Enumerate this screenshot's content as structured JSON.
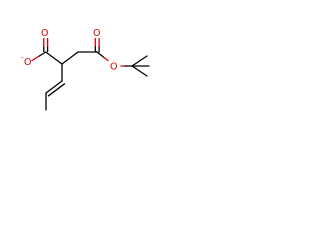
{
  "molecule": {
    "atoms": {
      "o_carbonyl_left": "O",
      "o_carboxylate": "O",
      "charge": "-",
      "o_carbonyl_right": "O",
      "o_ester": "O"
    },
    "colors": {
      "bond": "#000000",
      "heteroatom": "#d40000",
      "background": "#ffffff"
    }
  }
}
